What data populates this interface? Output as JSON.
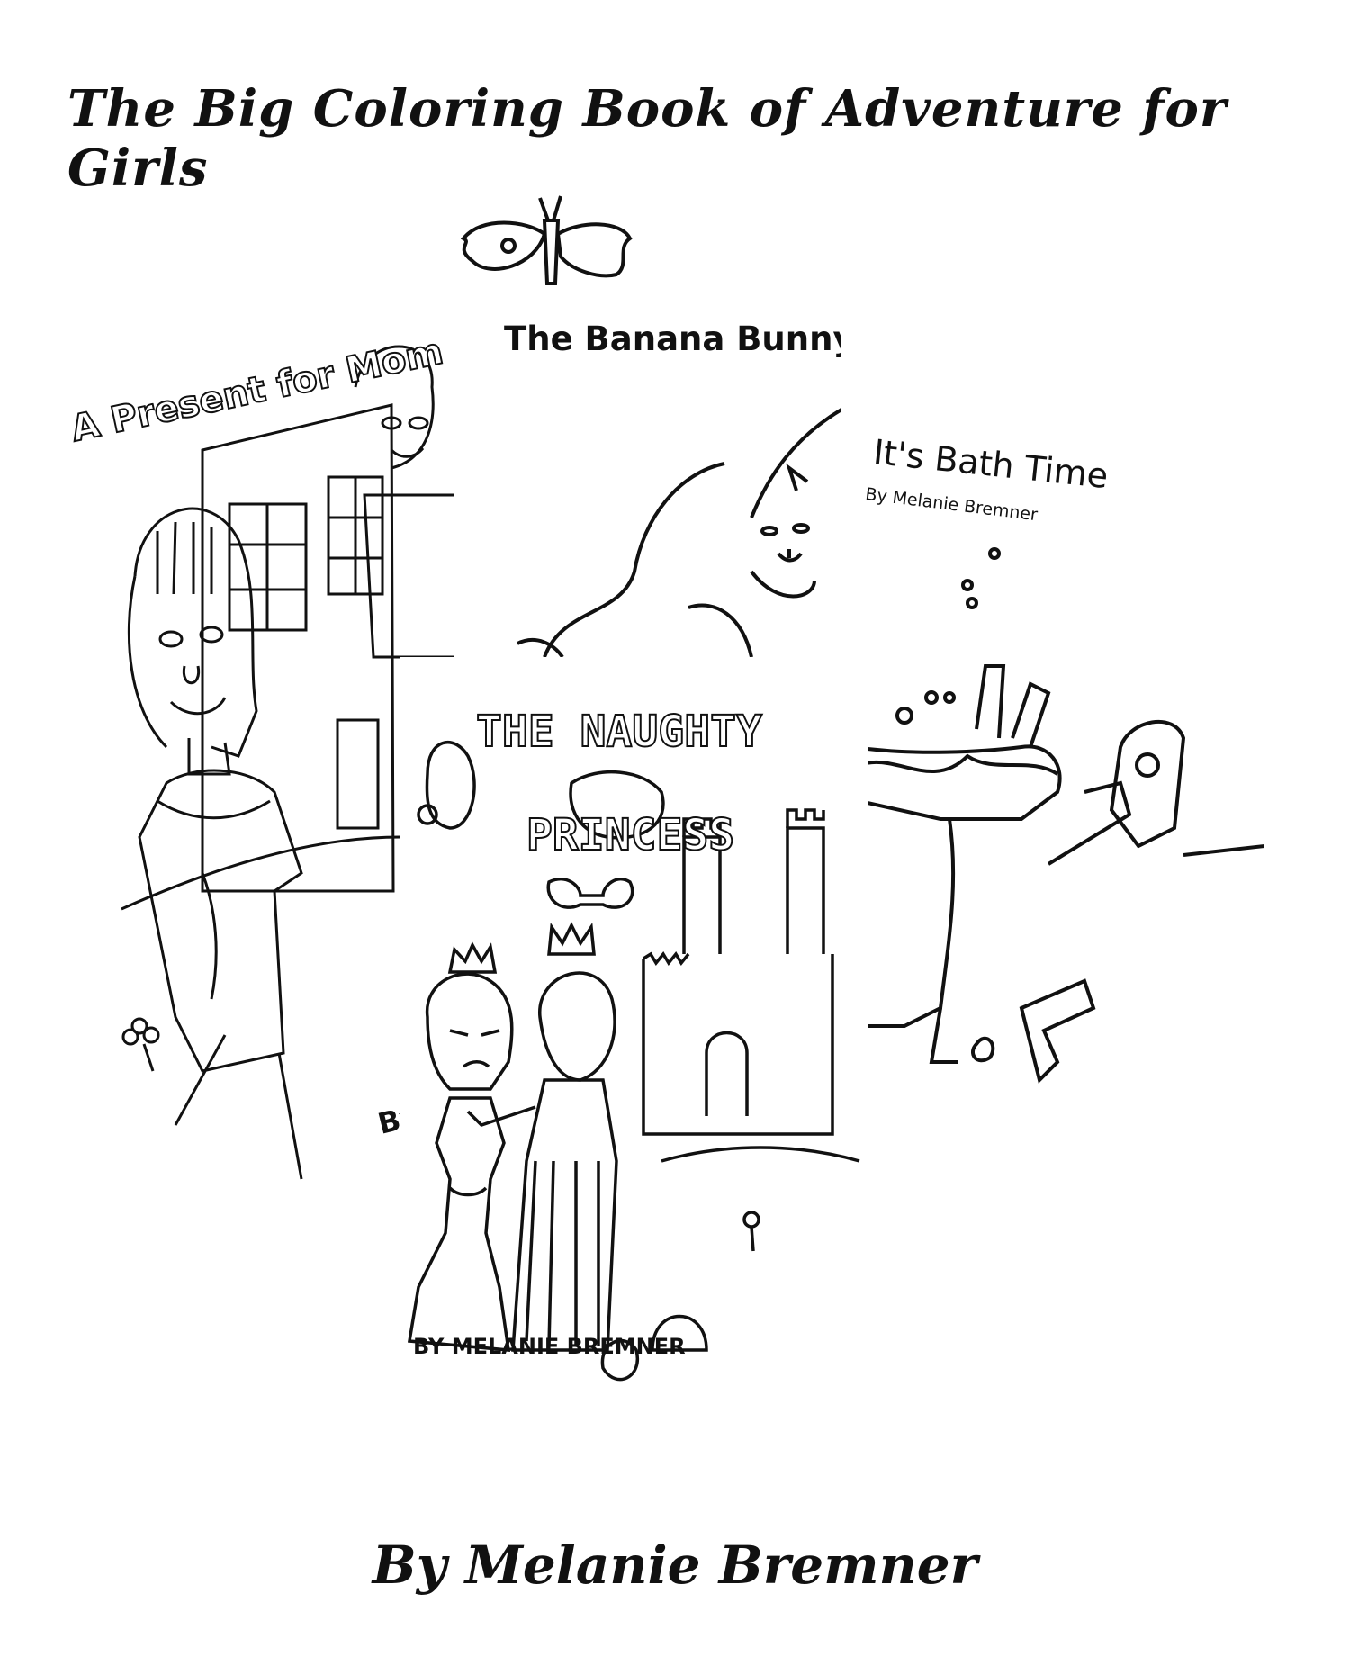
{
  "book": {
    "title": "The Big Coloring Book of Adventure for Girls",
    "author": "By Melanie Bremner"
  },
  "covers": {
    "present": {
      "title": "A Present for Mom",
      "by": "By"
    },
    "bunny": {
      "title": "The Banana Bunny Bum"
    },
    "bath": {
      "title": "It's Bath Time",
      "by": "By Melanie Bremner"
    },
    "princess": {
      "title_line1": "THE NAUGHTY",
      "title_line2": "PRINCESS",
      "by": "BY MELANIE BREMNER"
    }
  },
  "colors": {
    "ink": "#111111",
    "paper": "#ffffff"
  }
}
